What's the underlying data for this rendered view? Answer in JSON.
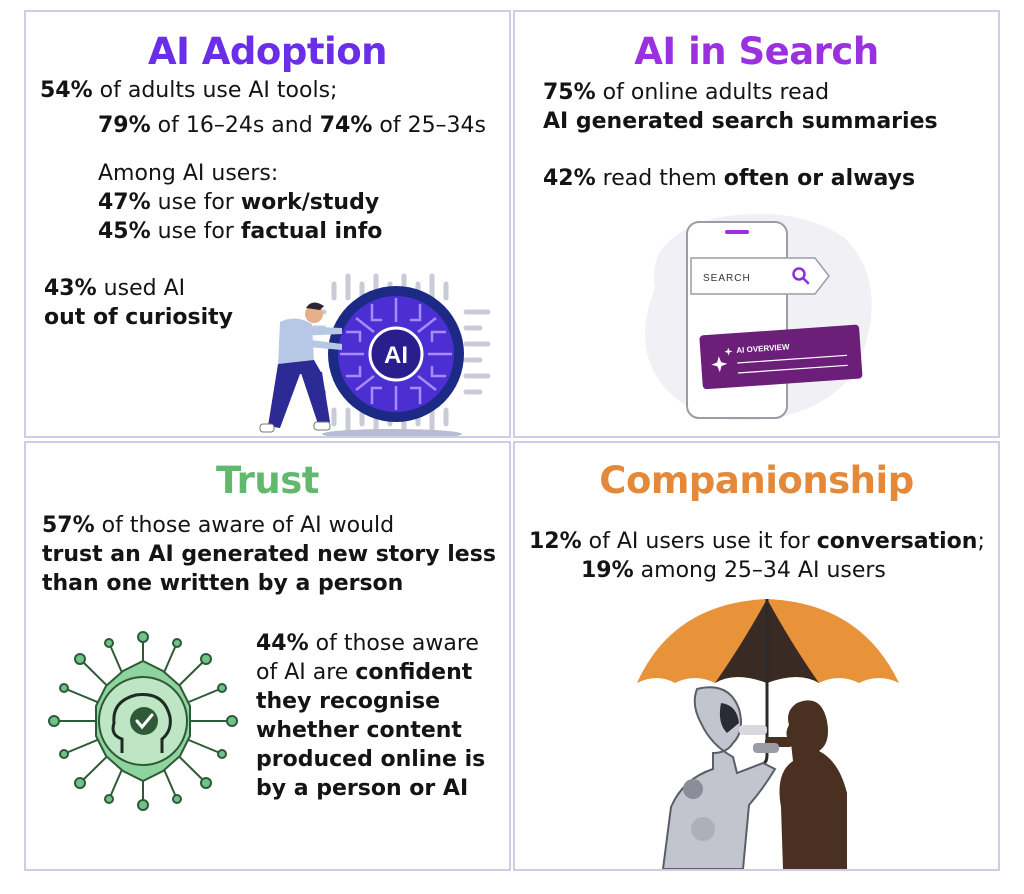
{
  "colors": {
    "adoption_title": "#6a2ee8",
    "search_title": "#9b30e0",
    "trust_title": "#62b86c",
    "companionship_title": "#e4893a",
    "panel_border": "#cfcde6",
    "ai_overview_card": "#6b1f78",
    "search_icon": "#8c2fd6",
    "umbrella": "#e8923a"
  },
  "icons": [
    "person-pushing-ai-chip-illustration",
    "phone-search-illustration",
    "search-icon",
    "sparkle-icon",
    "head-checkmark-virus-icon",
    "robot-and-person-under-umbrella-illustration"
  ],
  "adoption": {
    "title": "AI Adoption",
    "l1": {
      "b": "54%",
      "t": " of adults use AI tools;"
    },
    "l2": {
      "b1": "79%",
      "t1": " of 16–24s and ",
      "b2": "74%",
      "t2": " of 25–34s"
    },
    "l3": "Among AI users:",
    "l4": {
      "b": "47%",
      "t": " use for ",
      "b2": "work/study"
    },
    "l5": {
      "b": "45%",
      "t": " use for ",
      "b2": "factual info"
    },
    "l6": {
      "b": "43%",
      "t": " used AI"
    },
    "l7": "out of curiosity",
    "chip_label": "AI"
  },
  "search": {
    "title": "AI in Search",
    "l1": {
      "b": "75%",
      "t": " of online adults read"
    },
    "l2": "AI generated search summaries",
    "l3": {
      "b": "42%",
      "t": " read them ",
      "b2": "often or always"
    },
    "search_box": "SEARCH",
    "overview_label": "AI OVERVIEW"
  },
  "trust": {
    "title": "Trust",
    "l1": {
      "b": "57%",
      "t": " of those aware of AI would"
    },
    "l2": "trust an AI generated new story less",
    "l3": "than one written by a person",
    "l4": {
      "b": "44%",
      "t": " of those aware"
    },
    "l5": {
      "t": "of AI are ",
      "b": "confident"
    },
    "l6": "they recognise",
    "l7": "whether content",
    "l8": "produced online is",
    "l9": "by a person or AI"
  },
  "companionship": {
    "title": "Companionship",
    "l1": {
      "b": "12%",
      "t": " of AI users use it for ",
      "b2": "conversation",
      "t2": ";"
    },
    "l2": {
      "b": "19%",
      "t": " among 25–34 AI users"
    }
  }
}
